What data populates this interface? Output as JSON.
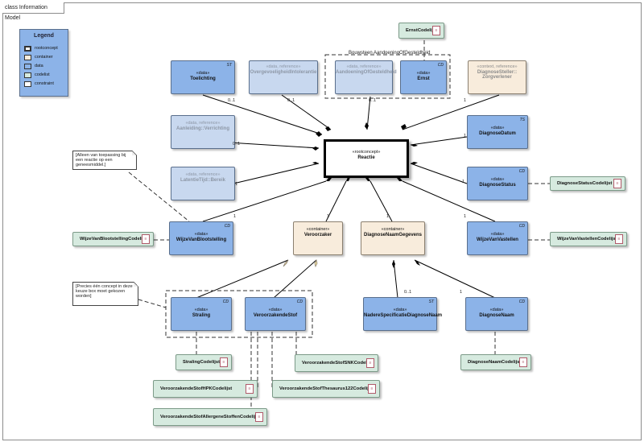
{
  "diagram": {
    "title": "class Information Model"
  },
  "legend": {
    "title": "Legend",
    "items": [
      {
        "label": "rootconcept",
        "color": "#ffffff",
        "bold": true
      },
      {
        "label": "container",
        "color": "#f8ecdc"
      },
      {
        "label": "data",
        "color": "#8cb3e8"
      },
      {
        "label": "codelist",
        "color": "#d6eadf"
      },
      {
        "label": "constraint",
        "color": "#ffffff"
      }
    ]
  },
  "group": {
    "label": "Bouwsteen AandoeningOfGesteldheid"
  },
  "nodes": {
    "reactie": {
      "stereotype": "«rootconcept»",
      "name": "Reactie"
    },
    "toelichting": {
      "stereotype": "«data»",
      "name": "Toelichting",
      "tag": "ST"
    },
    "overgevoeligheid": {
      "stereotype": "«data, reference»",
      "name": "OvergevoeligheidIntolerantie"
    },
    "aandoening": {
      "stereotype": "«data, reference»",
      "name": "AandoeningOfGesteldheid"
    },
    "ernst": {
      "stereotype": "«data»",
      "name": "Ernst",
      "tag": "CD"
    },
    "diagnosesteller": {
      "stereotype": "«context, reference»",
      "name": "DiagnoseSteller::\nZorgverlener"
    },
    "aanleiding": {
      "stereotype": "«data, reference»",
      "name": "Aanleiding::Verrichting"
    },
    "diagnosedatum": {
      "stereotype": "«data»",
      "name": "DiagnoseDatum",
      "tag": "TS"
    },
    "latentietijd": {
      "stereotype": "«data, reference»",
      "name": "LatentieTijd::Bereik"
    },
    "diagnosestatus": {
      "stereotype": "«data»",
      "name": "DiagnoseStatus",
      "tag": "CD"
    },
    "wijzevanblootstelling": {
      "stereotype": "«data»",
      "name": "WijzeVanBlootstelling",
      "tag": "CD"
    },
    "veroorzaker": {
      "stereotype": "«container»",
      "name": "Veroorzaker"
    },
    "diagnosenaamgegevens": {
      "stereotype": "«container»",
      "name": "DiagnoseNaamGegevens"
    },
    "wijzevanvastellen": {
      "stereotype": "«data»",
      "name": "WijzeVanVastellen",
      "tag": "CD"
    },
    "straling": {
      "stereotype": "«data»",
      "name": "Straling",
      "tag": "CD"
    },
    "veroorzakendestof": {
      "stereotype": "«data»",
      "name": "VeroorzakendeStof",
      "tag": "CD"
    },
    "naderespecificatie": {
      "stereotype": "«data»",
      "name": "NadereSpecificatieDiagnoseNaam",
      "tag": "ST"
    },
    "diagnosenaam": {
      "stereotype": "«data»",
      "name": "DiagnoseNaam",
      "tag": "CD"
    }
  },
  "codelists": {
    "ernst": "ErnstCodelijst",
    "diagnosestatus": "DiagnoseStatusCodelijst",
    "wijzevanblootstelling": "WijzeVanBlootstellingCodelijst",
    "wijzevanvastellen": "WijzeVanVastellenCodelijst",
    "straling": "StralingCodelijst",
    "snk": "VeroorzakendeStofSNKCodelijst",
    "hpk": "VeroorzakendeStofHPKCodelijst",
    "thesaurus": "VeroorzakendeStofThesaurus122Codelijst",
    "allergene": "VeroorzakendeStofAllergeneStoffenCodelijst",
    "diagnosenaam": "DiagnoseNaamCodelijst"
  },
  "notes": {
    "toepassing": "[Alleen van toepassing bij een reactie op een geneesmiddel.]",
    "keuze": "[Precies één concept in deze keuze box moet gekozen worden]"
  },
  "multiplicities": {
    "toelichting": "0..1",
    "overgevoeligheid": "0..1",
    "aandoening": "0..1",
    "diagnosesteller": "1",
    "aanleiding": "0..1",
    "diagnosedatum": "1",
    "latentietijd": "1",
    "diagnosestatus": "1",
    "wijzevanblootstelling": "1",
    "veroorzaker": "1",
    "diagnosenaamgegevens": "1",
    "wijzevanvastellen": "1",
    "naderespecificatie": "0..1",
    "diagnosenaam": "1"
  }
}
